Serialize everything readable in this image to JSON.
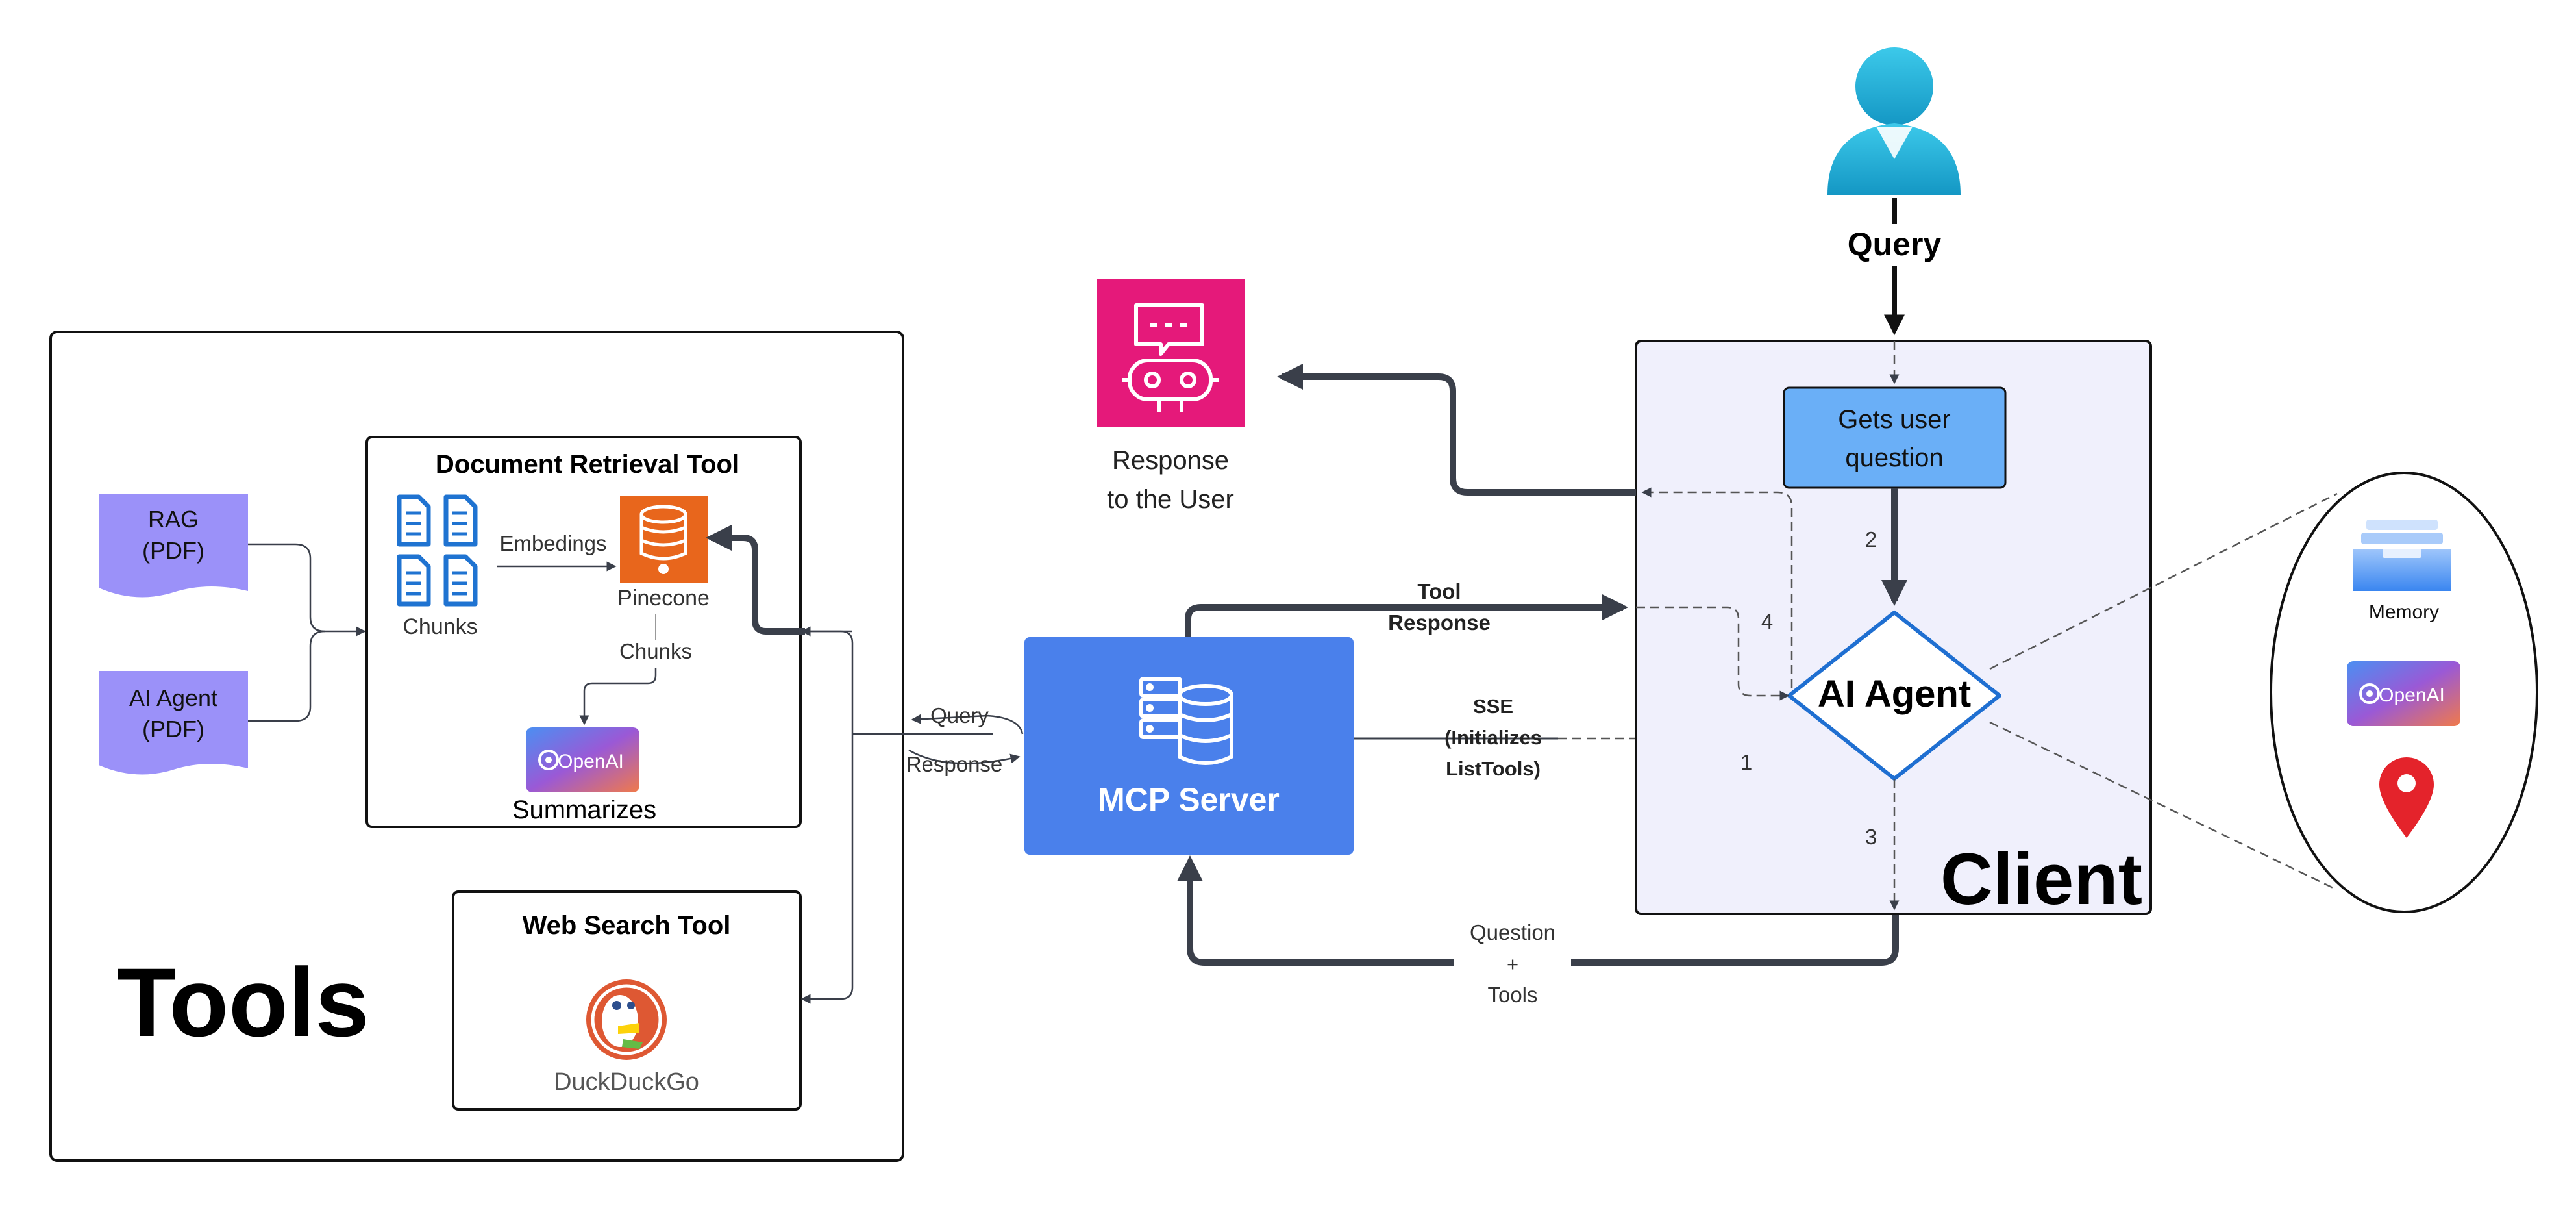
{
  "tools_panel": {
    "title": "Tools",
    "doc_tool": {
      "title": "Document  Retrieval Tool",
      "chunks_label": "Chunks",
      "embed_label": "Embedings",
      "pinecone_label": "Pinecone",
      "chunks_flow_label": "Chunks",
      "openai_logo": "OpenAI",
      "summarize_label": "Summarizes"
    },
    "sources": [
      {
        "line1": "RAG",
        "line2": "(PDF)"
      },
      {
        "line1": "AI Agent",
        "line2": "(PDF)"
      }
    ],
    "web_tool": {
      "title": "Web Search Tool",
      "logo_text": "DuckDuckGo"
    }
  },
  "mcp": {
    "title": "MCP Server",
    "query_label": "Query",
    "response_label": "Response",
    "tool_response": [
      "Tool",
      "Response"
    ],
    "sse": [
      "SSE",
      "(Initializes",
      "ListTools)"
    ],
    "question_tools": [
      "Question",
      "+",
      "Tools"
    ]
  },
  "client": {
    "title": "Client",
    "gets_question": [
      "Gets user",
      "question"
    ],
    "agent_label": "AI Agent",
    "steps": [
      "1",
      "2",
      "3",
      "4"
    ]
  },
  "user": {
    "query_label": "Query",
    "response_label": [
      "Response",
      "to the User"
    ]
  },
  "memory_panel": {
    "memory_label": "Memory",
    "openai_logo": "OpenAI"
  },
  "colors": {
    "tools_source": "#9b91f9",
    "mcp_box": "#4a80eb",
    "client_bg": "#f0f0fc",
    "gets_question": "#6aaff7",
    "agent_border": "#1f6fd1",
    "response_icon_bg": "#e5197a",
    "pinecone_bg": "#e8661c",
    "user_icon": "#27b3d9",
    "arrow_dark": "#3a3f4a",
    "map_pin": "#e4232b"
  }
}
